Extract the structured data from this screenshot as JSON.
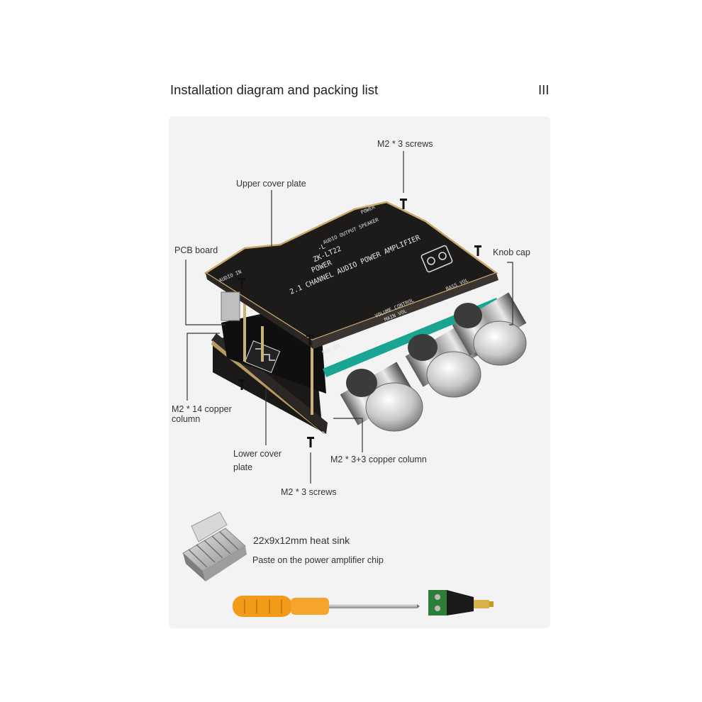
{
  "header": {
    "title": "Installation diagram and packing list",
    "page_marker": "III"
  },
  "labels": {
    "top_screws": "M2 * 3 screws",
    "upper_cover": "Upper cover plate",
    "pcb_board": "PCB board",
    "knob_cap": "Knob cap",
    "copper14_line1": "M2 * 14 copper",
    "copper14_line2": "column",
    "lower_cover_line1": "Lower cover",
    "lower_cover_line2": "plate",
    "copper33": "M2 * 3+3 copper column",
    "bottom_screws": "M2 * 3 screws"
  },
  "board_print": {
    "model_a": "-L",
    "model_b": "ZK-LT22",
    "power": "POWER",
    "name": "2.1 CHANNEL AUDIO POWER AMPLIFIER",
    "audio_output": "AUDIO OUTPUT SPEAKER",
    "audio_in": "AUDIO IN",
    "vol_control": "VOLUME CONTROL",
    "main_vol": "MAIN VOL",
    "bass_vol": "BASS VOL",
    "sub_vol": "SUB VOL"
  },
  "packing": {
    "heatsink_title": "22x9x12mm heat sink",
    "heatsink_note": "Paste on the power amplifier chip"
  },
  "colors": {
    "panel": "#f3f3f3",
    "board": "#1c1a18",
    "gold_edge": "#c9a86a",
    "screwdriver_handle": "#f29a1a"
  }
}
